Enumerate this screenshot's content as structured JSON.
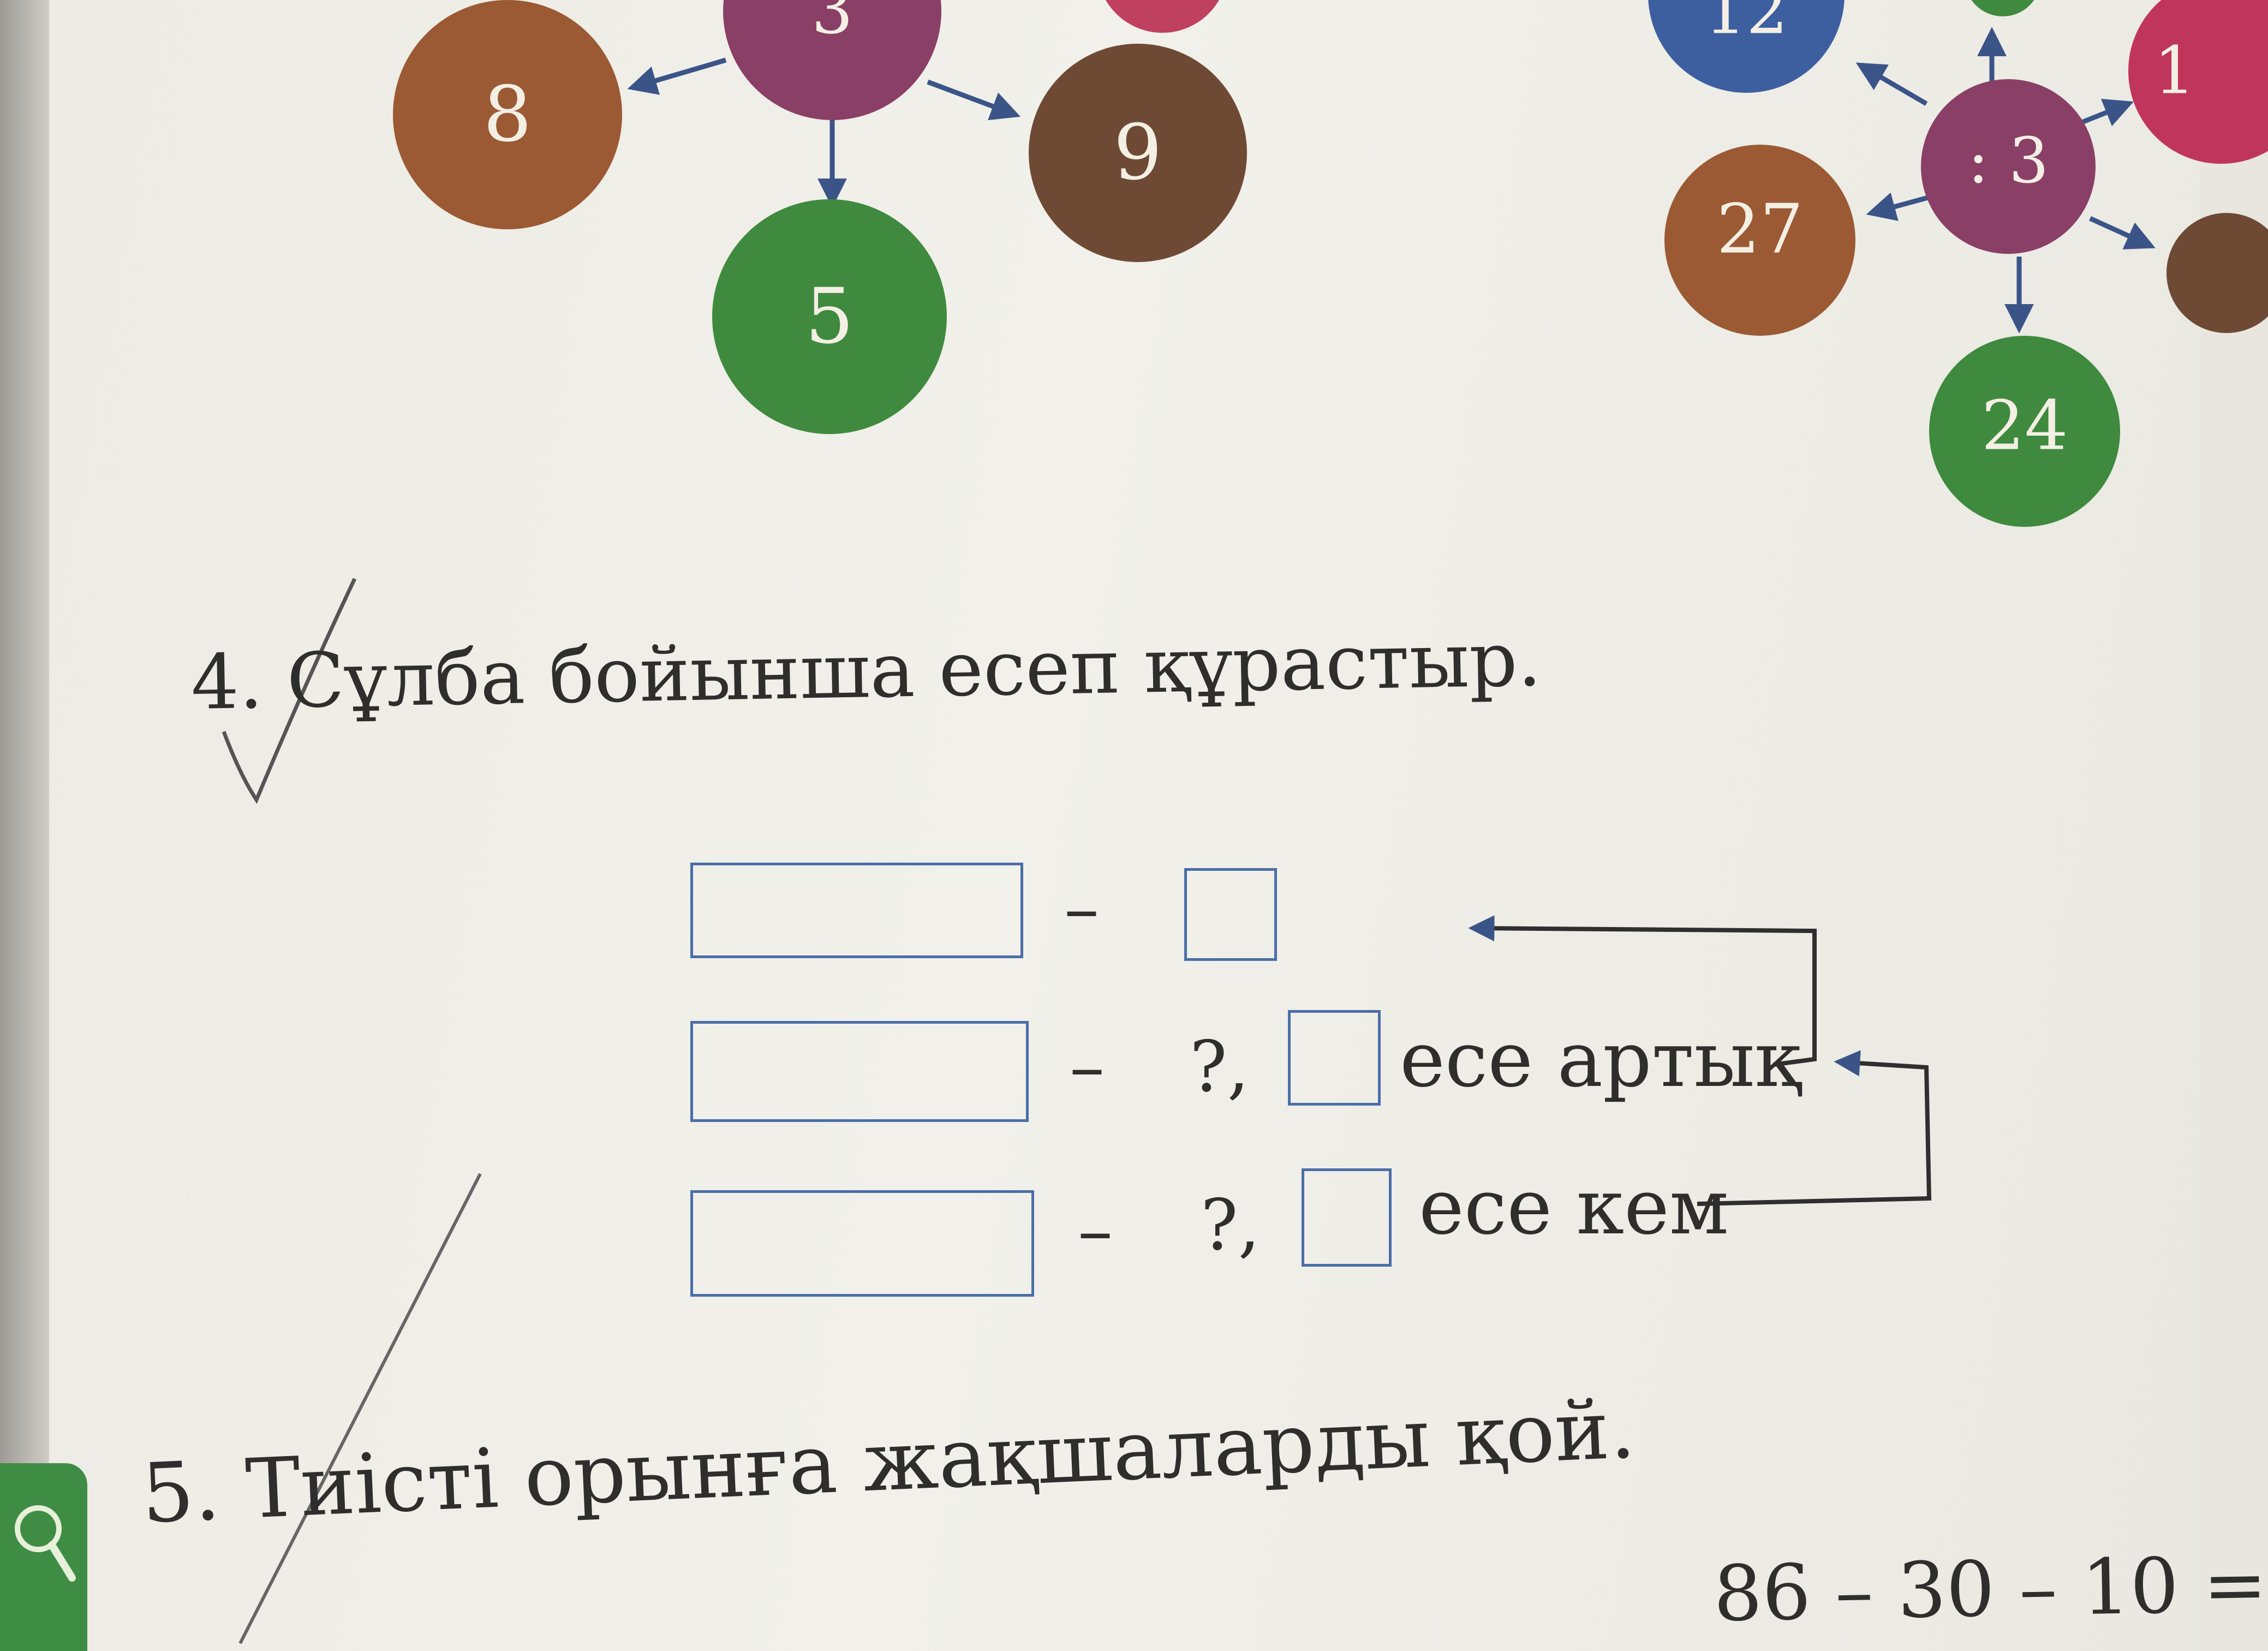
{
  "diagram_left": {
    "center_label": "3",
    "nodes": [
      "8",
      "9",
      "5"
    ],
    "colors": {
      "center": "#8a3f66",
      "n8": "#9b5a33",
      "n9": "#6e4a35",
      "n5": "#3f8a3e",
      "top_right": "#c04060"
    }
  },
  "diagram_right": {
    "center_label": ": 3",
    "nodes": [
      "12",
      "1",
      "27",
      "24"
    ],
    "colors": {
      "center": "#8a3f66",
      "n12": "#3d5fa0",
      "n1": "#c0355c",
      "n27": "#9b5a33",
      "n24": "#3f8a3e"
    }
  },
  "task4": {
    "number": "4.",
    "title": "Сұлба бойынша есеп құрастыр.",
    "rows": [
      {
        "dash": "–",
        "question": "",
        "label": ""
      },
      {
        "dash": "–",
        "question": "?,",
        "label": "есе артық"
      },
      {
        "dash": "–",
        "question": "?,",
        "label": "есе кем"
      }
    ]
  },
  "task5": {
    "number": "5.",
    "title": "Тиісті орынға жақшаларды қой.",
    "expression": "86 – 30 – 10 ="
  },
  "icons": [
    "magnifier-icon",
    "checkmark-icon"
  ]
}
